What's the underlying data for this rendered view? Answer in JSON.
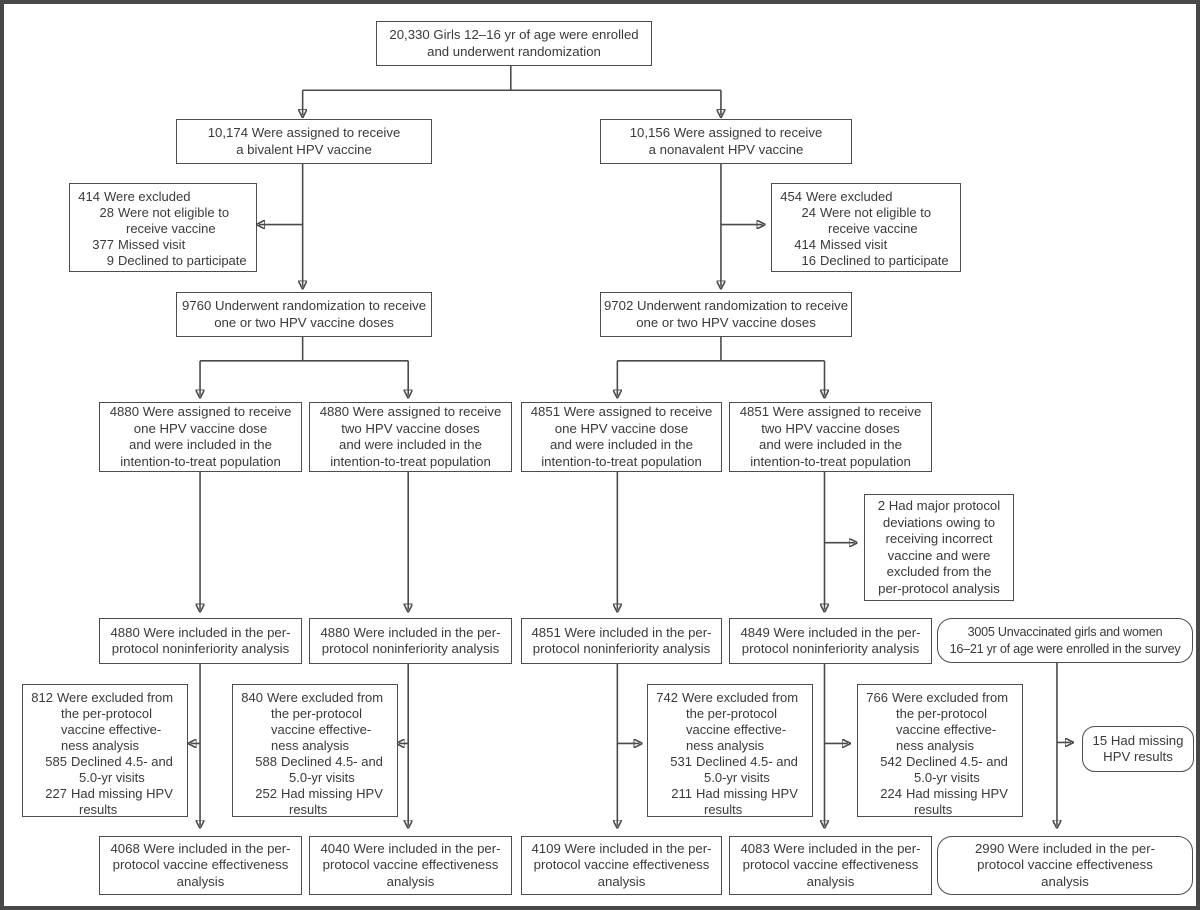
{
  "colors": {
    "line": "#4a4a4a",
    "box_border": "#4d4d4d",
    "text": "#3a3a3a",
    "background": "#ffffff",
    "frame": "#484848"
  },
  "boxes": {
    "enrolled": "20,330 Girls 12–16 yr of age were enrolled\nand underwent randomization",
    "assigned_bivalent": "10,174 Were assigned to receive\na bivalent HPV vaccine",
    "assigned_nonavalent": "10,156 Were assigned to receive\na nonavalent HPV vaccine",
    "randomized_bivalent": "9760 Underwent randomization to receive\none or two HPV vaccine doses",
    "randomized_nonavalent": "9702 Underwent randomization to receive\none or two HPV vaccine doses",
    "itt_biv_one": "4880 Were assigned to receive\none HPV vaccine dose\nand were included in the\nintention-to-treat population",
    "itt_biv_two": "4880 Were assigned to receive\ntwo HPV vaccine doses\nand were included in the\nintention-to-treat population",
    "itt_nona_one": "4851 Were assigned to receive\none HPV vaccine dose\nand were included in the\nintention-to-treat population",
    "itt_nona_two": "4851 Were assigned to receive\ntwo HPV vaccine doses\nand were included in the\nintention-to-treat population",
    "protocol_deviation": "2 Had major protocol\ndeviations owing to\nreceiving incorrect\nvaccine and were\nexcluded from the\nper-protocol analysis",
    "pp_biv_one": "4880 Were included in the per-\nprotocol noninferiority analysis",
    "pp_biv_two": "4880 Were included in the per-\nprotocol noninferiority analysis",
    "pp_nona_one": "4851 Were included in the per-\nprotocol noninferiority analysis",
    "pp_nona_two": "4849 Were included in the per-\nprotocol noninferiority analysis",
    "survey_enrolled": "3005 Unvaccinated girls and women\n16–21 yr of age were enrolled in the survey",
    "missing_hpv": "15 Had missing\nHPV results",
    "eff_biv_one": "4068 Were included in the per-\nprotocol vaccine effectiveness\nanalysis",
    "eff_biv_two": "4040 Were included in the per-\nprotocol vaccine effectiveness\nanalysis",
    "eff_nona_one": "4109 Were included in the per-\nprotocol vaccine effectiveness\nanalysis",
    "eff_nona_two": "4083 Were included in the per-\nprotocol vaccine effectiveness\nanalysis",
    "eff_survey": "2990 Were included in the per-\nprotocol vaccine effectiveness\nanalysis"
  },
  "excluded_bivalent": {
    "lines": [
      {
        "n": "414",
        "t": "Were excluded"
      },
      {
        "n": "28",
        "t": "Were not eligible to"
      },
      {
        "t": "receive vaccine"
      },
      {
        "n": "377",
        "t": "Missed visit"
      },
      {
        "n": "9",
        "t": "Declined to participate"
      }
    ]
  },
  "excluded_nonavalent": {
    "lines": [
      {
        "n": "454",
        "t": "Were excluded"
      },
      {
        "n": "24",
        "t": "Were not eligible to"
      },
      {
        "t": "receive vaccine"
      },
      {
        "n": "414",
        "t": "Missed visit"
      },
      {
        "n": "16",
        "t": "Declined to participate"
      }
    ]
  },
  "excluded_effectiveness": {
    "biv_one": {
      "lines": [
        {
          "n": "812",
          "t": "Were excluded from"
        },
        {
          "t": "the per-protocol"
        },
        {
          "t": "vaccine effective-"
        },
        {
          "t": "ness analysis"
        },
        {
          "n": "585",
          "t": "Declined 4.5- and"
        },
        {
          "t": "5.0-yr visits"
        },
        {
          "n": "227",
          "t": "Had missing HPV"
        },
        {
          "t": "results"
        }
      ]
    },
    "biv_two": {
      "lines": [
        {
          "n": "840",
          "t": "Were excluded from"
        },
        {
          "t": "the per-protocol"
        },
        {
          "t": "vaccine effective-"
        },
        {
          "t": "ness analysis"
        },
        {
          "n": "588",
          "t": "Declined 4.5- and"
        },
        {
          "t": "5.0-yr visits"
        },
        {
          "n": "252",
          "t": "Had missing HPV"
        },
        {
          "t": "results"
        }
      ]
    },
    "nona_one": {
      "lines": [
        {
          "n": "742",
          "t": "Were excluded from"
        },
        {
          "t": "the per-protocol"
        },
        {
          "t": "vaccine effective-"
        },
        {
          "t": "ness analysis"
        },
        {
          "n": "531",
          "t": "Declined 4.5- and"
        },
        {
          "t": "5.0-yr visits"
        },
        {
          "n": "211",
          "t": "Had missing HPV"
        },
        {
          "t": "results"
        }
      ]
    },
    "nona_two": {
      "lines": [
        {
          "n": "766",
          "t": "Were excluded from"
        },
        {
          "t": "the per-protocol"
        },
        {
          "t": "vaccine effective-"
        },
        {
          "t": "ness analysis"
        },
        {
          "n": "542",
          "t": "Declined 4.5- and"
        },
        {
          "t": "5.0-yr visits"
        },
        {
          "n": "224",
          "t": "Had missing HPV"
        },
        {
          "t": "results"
        }
      ]
    }
  }
}
